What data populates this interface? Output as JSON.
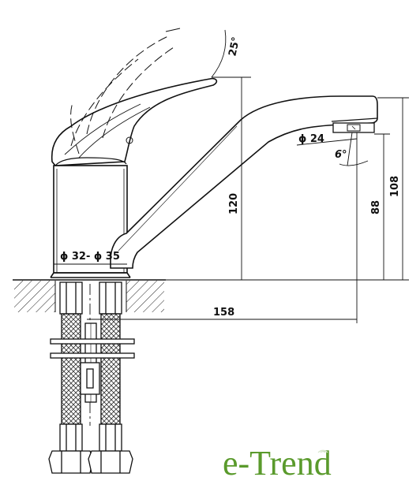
{
  "dimensions": {
    "angle_handle": "25°",
    "spout_diameter": "ϕ 24",
    "angle_spout": "6°",
    "height_120": "120",
    "height_88": "88",
    "height_108": "108",
    "reach_158": "158",
    "base_diameter": "ϕ 32- ϕ 35"
  },
  "brand": {
    "logo_text": "e-Trend",
    "logo_color": "#5a9a2c"
  },
  "colors": {
    "line": "#111111",
    "paper": "#ffffff"
  }
}
